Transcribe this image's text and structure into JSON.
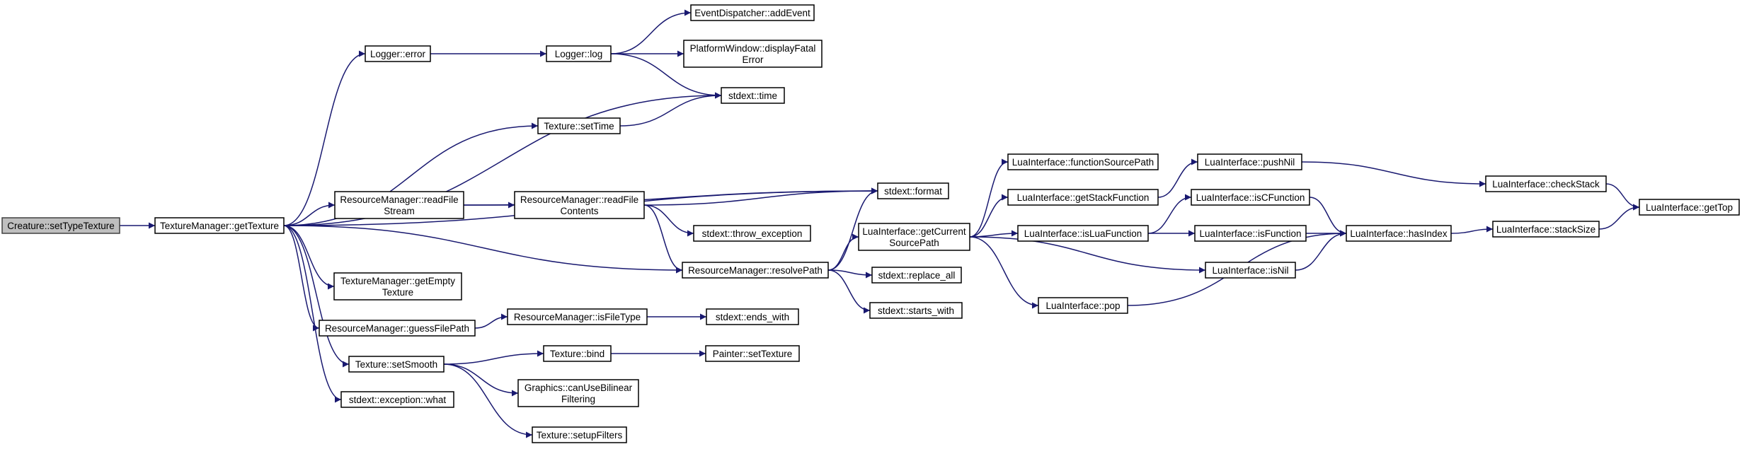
{
  "diagram": {
    "root": "root",
    "nodes": [
      {
        "id": "root",
        "label": [
          "Creature::setTypeTexture"
        ]
      },
      {
        "id": "getTexture",
        "label": [
          "TextureManager::getTexture"
        ]
      },
      {
        "id": "loggerError",
        "label": [
          "Logger::error"
        ]
      },
      {
        "id": "loggerLog",
        "label": [
          "Logger::log"
        ]
      },
      {
        "id": "addEvent",
        "label": [
          "EventDispatcher::addEvent"
        ]
      },
      {
        "id": "displayFatalError",
        "label": [
          "PlatformWindow::displayFatal",
          "Error"
        ]
      },
      {
        "id": "stdextTime",
        "label": [
          "stdext::time"
        ]
      },
      {
        "id": "textureSetTime",
        "label": [
          "Texture::setTime"
        ]
      },
      {
        "id": "stdextFormat",
        "label": [
          "stdext::format"
        ]
      },
      {
        "id": "readFileStream",
        "label": [
          "ResourceManager::readFile",
          "Stream"
        ]
      },
      {
        "id": "readFileContents",
        "label": [
          "ResourceManager::readFile",
          "Contents"
        ]
      },
      {
        "id": "throwException",
        "label": [
          "stdext::throw_exception"
        ]
      },
      {
        "id": "resolvePath",
        "label": [
          "ResourceManager::resolvePath"
        ]
      },
      {
        "id": "getCurrentSourcePath",
        "label": [
          "LuaInterface::getCurrent",
          "SourcePath"
        ]
      },
      {
        "id": "replaceAll",
        "label": [
          "stdext::replace_all"
        ]
      },
      {
        "id": "startsWith",
        "label": [
          "stdext::starts_with"
        ]
      },
      {
        "id": "getEmptyTexture",
        "label": [
          "TextureManager::getEmpty",
          "Texture"
        ]
      },
      {
        "id": "guessFilePath",
        "label": [
          "ResourceManager::guessFilePath"
        ]
      },
      {
        "id": "isFileType",
        "label": [
          "ResourceManager::isFileType"
        ]
      },
      {
        "id": "endsWith",
        "label": [
          "stdext::ends_with"
        ]
      },
      {
        "id": "setSmooth",
        "label": [
          "Texture::setSmooth"
        ]
      },
      {
        "id": "textureBind",
        "label": [
          "Texture::bind"
        ]
      },
      {
        "id": "painterSetTexture",
        "label": [
          "Painter::setTexture"
        ]
      },
      {
        "id": "canUseBilinear",
        "label": [
          "Graphics::canUseBilinear",
          "Filtering"
        ]
      },
      {
        "id": "setupFilters",
        "label": [
          "Texture::setupFilters"
        ]
      },
      {
        "id": "exceptionWhat",
        "label": [
          "stdext::exception::what"
        ]
      },
      {
        "id": "functionSourcePath",
        "label": [
          "LuaInterface::functionSourcePath"
        ]
      },
      {
        "id": "getStackFunction",
        "label": [
          "LuaInterface::getStackFunction"
        ]
      },
      {
        "id": "isLuaFunction",
        "label": [
          "LuaInterface::isLuaFunction"
        ]
      },
      {
        "id": "luaPop",
        "label": [
          "LuaInterface::pop"
        ]
      },
      {
        "id": "pushNil",
        "label": [
          "LuaInterface::pushNil"
        ]
      },
      {
        "id": "isCFunction",
        "label": [
          "LuaInterface::isCFunction"
        ]
      },
      {
        "id": "isFunction",
        "label": [
          "LuaInterface::isFunction"
        ]
      },
      {
        "id": "isNil",
        "label": [
          "LuaInterface::isNil"
        ]
      },
      {
        "id": "hasIndex",
        "label": [
          "LuaInterface::hasIndex"
        ]
      },
      {
        "id": "checkStack",
        "label": [
          "LuaInterface::checkStack"
        ]
      },
      {
        "id": "stackSize",
        "label": [
          "LuaInterface::stackSize"
        ]
      },
      {
        "id": "getTop",
        "label": [
          "LuaInterface::getTop"
        ]
      }
    ],
    "edges": [
      [
        "root",
        "getTexture"
      ],
      [
        "getTexture",
        "loggerError"
      ],
      [
        "getTexture",
        "stdextTime"
      ],
      [
        "getTexture",
        "textureSetTime"
      ],
      [
        "getTexture",
        "stdextFormat"
      ],
      [
        "getTexture",
        "readFileStream"
      ],
      [
        "getTexture",
        "resolvePath"
      ],
      [
        "getTexture",
        "getEmptyTexture"
      ],
      [
        "getTexture",
        "guessFilePath"
      ],
      [
        "getTexture",
        "setSmooth"
      ],
      [
        "getTexture",
        "exceptionWhat"
      ],
      [
        "loggerError",
        "loggerLog"
      ],
      [
        "loggerLog",
        "addEvent"
      ],
      [
        "loggerLog",
        "displayFatalError"
      ],
      [
        "loggerLog",
        "stdextTime"
      ],
      [
        "textureSetTime",
        "stdextTime"
      ],
      [
        "readFileStream",
        "readFileContents"
      ],
      [
        "readFileStream",
        "stdextFormat"
      ],
      [
        "readFileContents",
        "stdextFormat"
      ],
      [
        "readFileContents",
        "throwException"
      ],
      [
        "readFileContents",
        "resolvePath"
      ],
      [
        "resolvePath",
        "stdextFormat"
      ],
      [
        "resolvePath",
        "getCurrentSourcePath"
      ],
      [
        "resolvePath",
        "replaceAll"
      ],
      [
        "resolvePath",
        "startsWith"
      ],
      [
        "guessFilePath",
        "isFileType"
      ],
      [
        "isFileType",
        "endsWith"
      ],
      [
        "setSmooth",
        "textureBind"
      ],
      [
        "setSmooth",
        "canUseBilinear"
      ],
      [
        "setSmooth",
        "setupFilters"
      ],
      [
        "textureBind",
        "painterSetTexture"
      ],
      [
        "getCurrentSourcePath",
        "functionSourcePath"
      ],
      [
        "getCurrentSourcePath",
        "getStackFunction"
      ],
      [
        "getCurrentSourcePath",
        "isLuaFunction"
      ],
      [
        "getCurrentSourcePath",
        "isNil"
      ],
      [
        "getCurrentSourcePath",
        "luaPop"
      ],
      [
        "getStackFunction",
        "pushNil"
      ],
      [
        "isLuaFunction",
        "isCFunction"
      ],
      [
        "isLuaFunction",
        "isFunction"
      ],
      [
        "isCFunction",
        "hasIndex"
      ],
      [
        "isFunction",
        "hasIndex"
      ],
      [
        "isNil",
        "hasIndex"
      ],
      [
        "luaPop",
        "hasIndex"
      ],
      [
        "pushNil",
        "checkStack"
      ],
      [
        "hasIndex",
        "stackSize"
      ],
      [
        "checkStack",
        "getTop"
      ],
      [
        "stackSize",
        "getTop"
      ]
    ]
  }
}
